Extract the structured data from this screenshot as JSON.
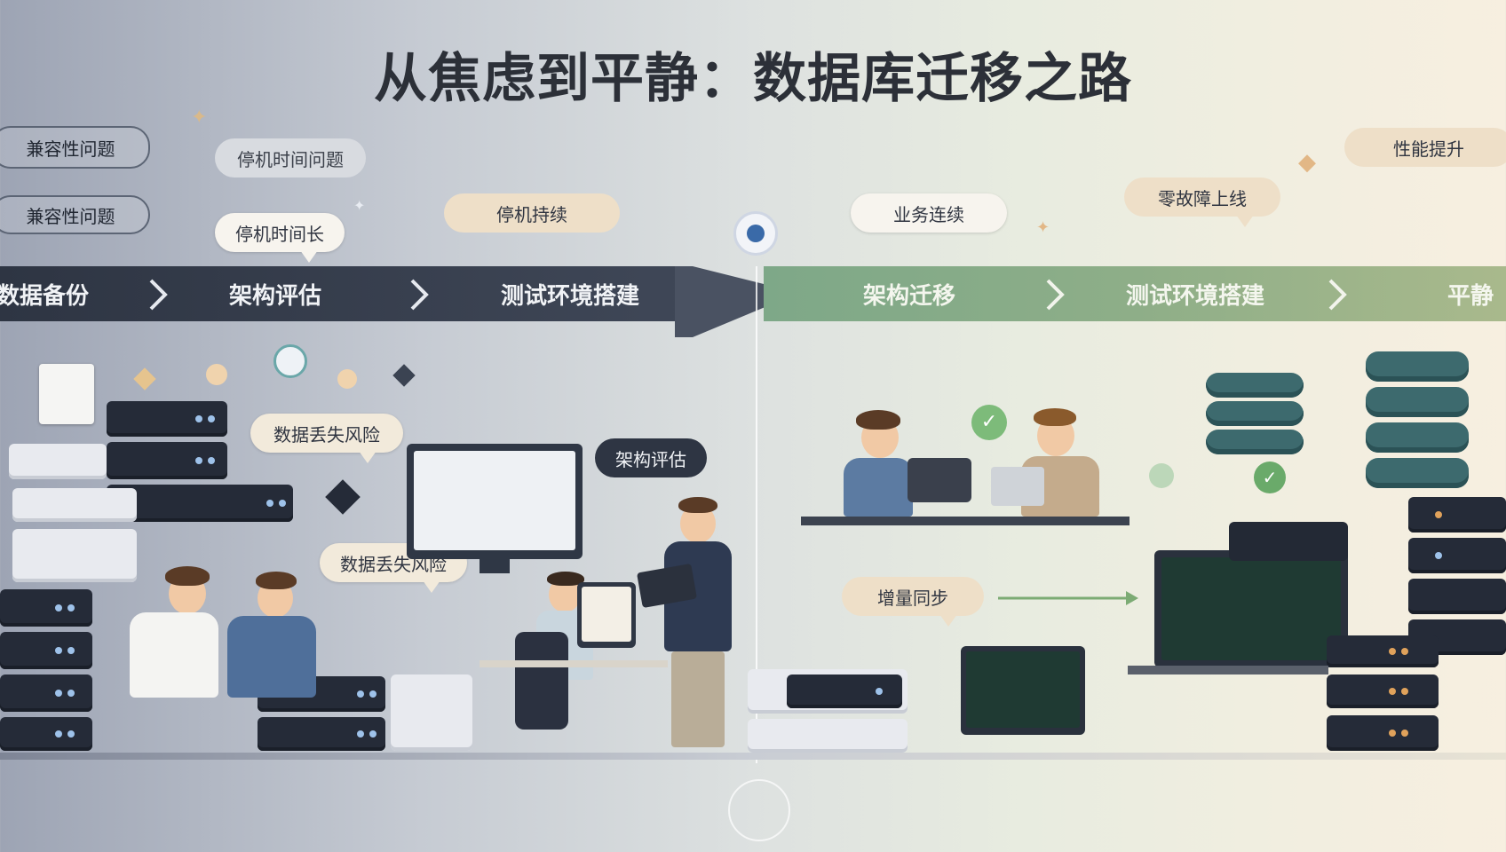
{
  "title": "从焦虑到平静：数据库迁移之路",
  "top_labels": {
    "compat_1": "兼容性问题",
    "compat_2": "兼容性问题",
    "downtime_1": "停机时间问题",
    "downtime_2": "停机时间长",
    "continuity_1": "停机持续",
    "business": "业务连续",
    "zero_fault": "零故障上线",
    "perf": "性能提升"
  },
  "steps_left": [
    "数据备份",
    "架构评估",
    "测试环境搭建"
  ],
  "steps_right": [
    "架构迁移",
    "测试环境搭建",
    "平静"
  ],
  "bubbles": {
    "risk_1": "数据丢失风险",
    "risk_2": "数据丢失风险",
    "arch_eval": "架构评估",
    "incremental_sync": "增量同步"
  },
  "colors": {
    "dark_band": "#2e3543",
    "green_band": "#7ea888",
    "title": "#2c3038"
  }
}
